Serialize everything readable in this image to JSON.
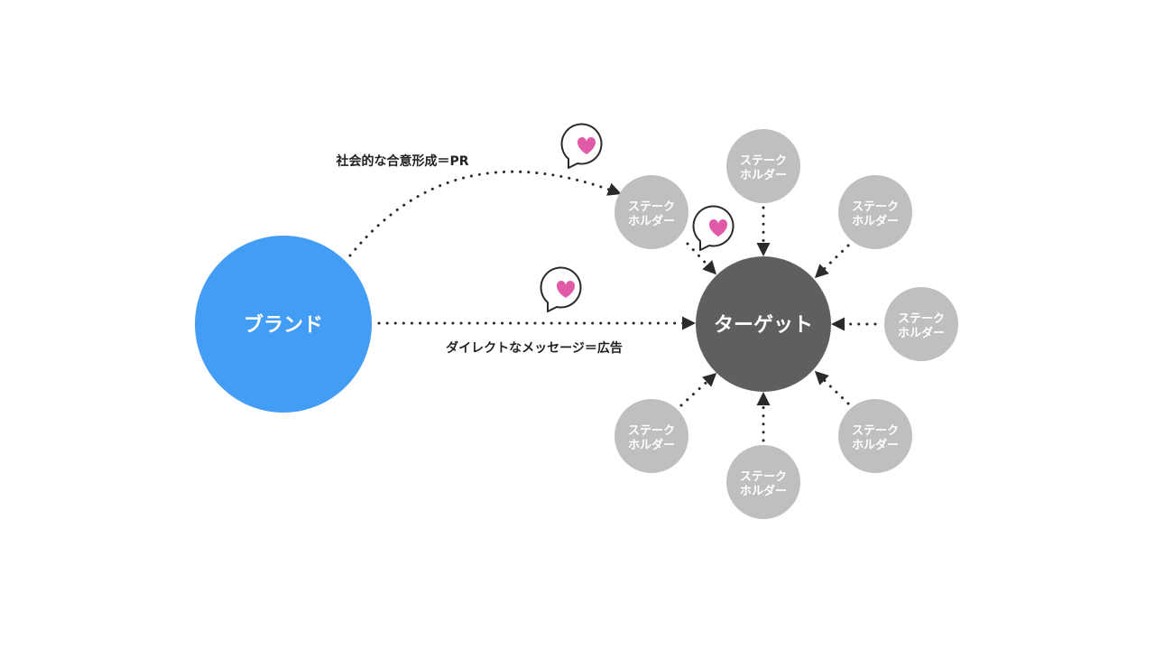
{
  "nodes": {
    "brand": {
      "label": "ブランド",
      "color": "#449df4"
    },
    "target": {
      "label": "ターゲット",
      "color": "#5f5f5f"
    },
    "stakeholder": {
      "line1": "ステーク",
      "line2": "ホルダー",
      "color": "#bfbfbf"
    }
  },
  "edges": {
    "pr": {
      "label": "社会的な合意形成＝PR"
    },
    "advertising": {
      "label": "ダイレクトなメッセージ＝広告"
    }
  },
  "colors": {
    "heart": "#e05aa7",
    "connector": "#2a2a2a",
    "bubble_stroke": "#2a2a2a"
  },
  "icons": [
    "heart-speech-bubble-icon"
  ]
}
